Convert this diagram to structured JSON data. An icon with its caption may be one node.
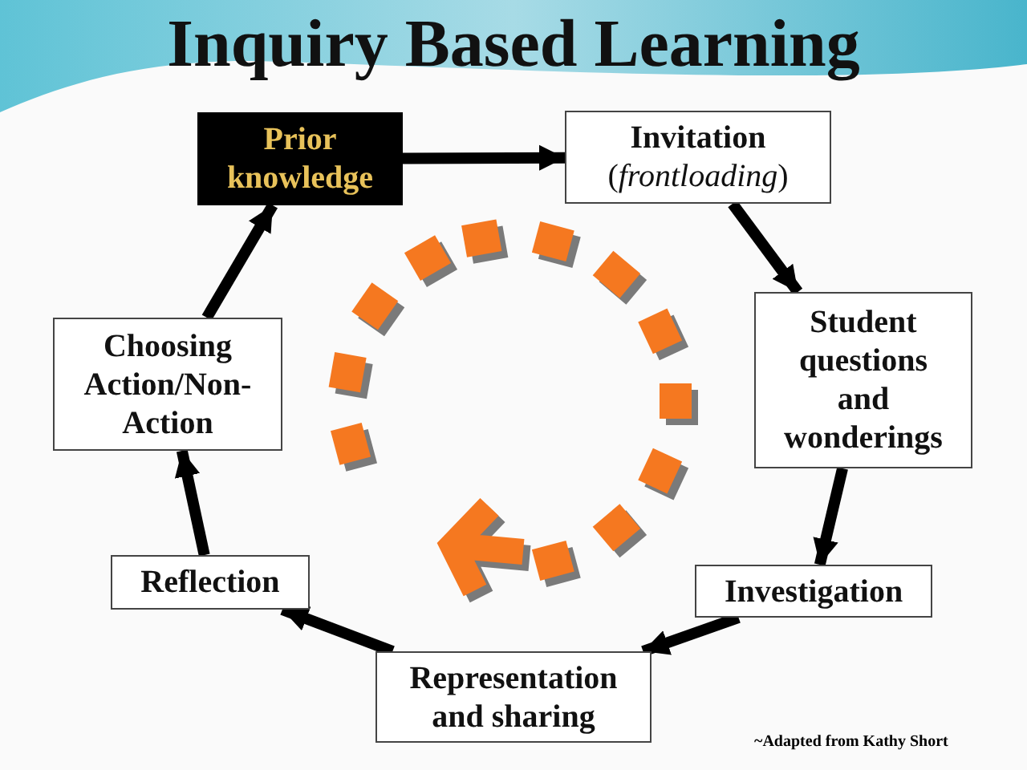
{
  "diagram": {
    "title": "Inquiry Based Learning",
    "nodes": [
      {
        "text": [
          "Prior knowledge"
        ]
      },
      {
        "text": [
          "Invitation",
          "(*frontloading*)"
        ]
      },
      {
        "text": [
          "Student questions and wonderings"
        ]
      },
      {
        "text": [
          "Investigation"
        ]
      },
      {
        "text": [
          "Representation and sharing"
        ]
      },
      {
        "text": [
          "Reflection"
        ]
      },
      {
        "text": [
          "Choosing Action/Non-Action"
        ]
      }
    ],
    "edges": [
      {
        "from": 0,
        "to": 1,
        "arrow": "to"
      },
      {
        "from": 1,
        "to": 2,
        "arrow": "to"
      },
      {
        "from": 2,
        "to": 3,
        "arrow": "to"
      },
      {
        "from": 3,
        "to": 4,
        "arrow": "to"
      },
      {
        "from": 4,
        "to": 5,
        "arrow": "to"
      },
      {
        "from": 5,
        "to": 6,
        "arrow": "to"
      },
      {
        "from": 6,
        "to": 0,
        "arrow": "to"
      }
    ],
    "labels": [
      "~Adapted from Kathy Short"
    ]
  }
}
